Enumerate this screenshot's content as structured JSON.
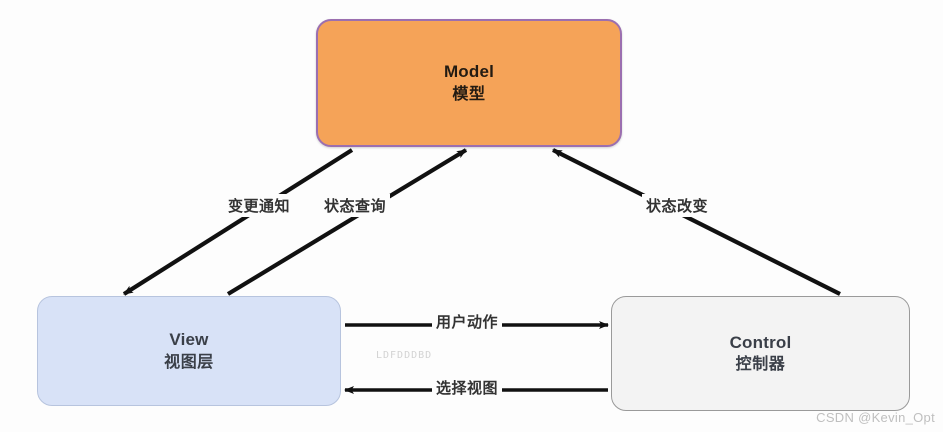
{
  "diagram": {
    "type": "mvc-architecture",
    "nodes": [
      {
        "id": "model",
        "title_en": "Model",
        "title_cn": "模型",
        "fill": "#F5A358",
        "border": "#9B6FB0"
      },
      {
        "id": "view",
        "title_en": "View",
        "title_cn": "视图层",
        "fill": "#D8E2F7",
        "border": "#B7C4DE"
      },
      {
        "id": "control",
        "title_en": "Control",
        "title_cn": "控制器",
        "fill": "#F3F3F3",
        "border": "#9A9A9A"
      }
    ],
    "edges": [
      {
        "id": "change-notify",
        "label": "变更通知",
        "from": "model",
        "to": "view"
      },
      {
        "id": "state-query",
        "label": "状态查询",
        "from": "view",
        "to": "model"
      },
      {
        "id": "state-change",
        "label": "状态改变",
        "from": "control",
        "to": "model"
      },
      {
        "id": "user-action",
        "label": "用户动作",
        "from": "view",
        "to": "control"
      },
      {
        "id": "select-view",
        "label": "选择视图",
        "from": "control",
        "to": "view"
      }
    ],
    "edge_color": "#111111"
  },
  "watermarks": {
    "faint": "LDFDDDBD",
    "csdn": "CSDN @Kevin_Opt"
  }
}
